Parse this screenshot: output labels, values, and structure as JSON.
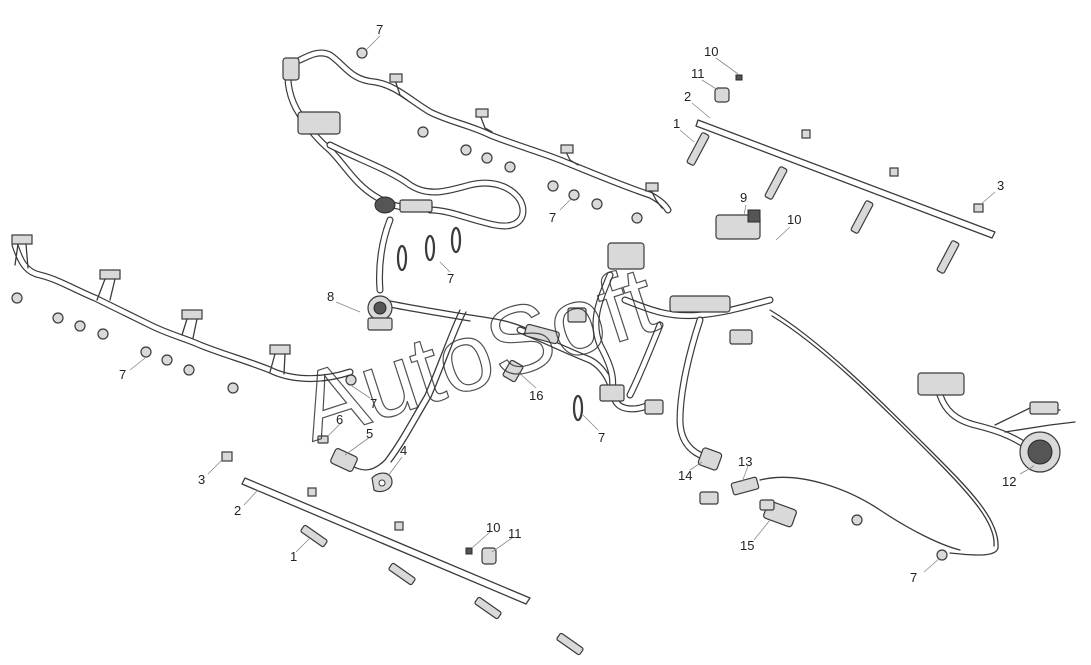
{
  "watermark": "AutoSoft",
  "callouts": [
    {
      "id": "c7a",
      "label": "7"
    },
    {
      "id": "c10a",
      "label": "10"
    },
    {
      "id": "c11a",
      "label": "11"
    },
    {
      "id": "c2a",
      "label": "2"
    },
    {
      "id": "c1a",
      "label": "1"
    },
    {
      "id": "c3a",
      "label": "3"
    },
    {
      "id": "c9",
      "label": "9"
    },
    {
      "id": "c10b",
      "label": "10"
    },
    {
      "id": "c7b",
      "label": "7"
    },
    {
      "id": "c7c",
      "label": "7"
    },
    {
      "id": "c8",
      "label": "8"
    },
    {
      "id": "c7d",
      "label": "7"
    },
    {
      "id": "c7e",
      "label": "7"
    },
    {
      "id": "c16",
      "label": "16"
    },
    {
      "id": "c6",
      "label": "6"
    },
    {
      "id": "c5",
      "label": "5"
    },
    {
      "id": "c4",
      "label": "4"
    },
    {
      "id": "c7f",
      "label": "7"
    },
    {
      "id": "c3b",
      "label": "3"
    },
    {
      "id": "c2b",
      "label": "2"
    },
    {
      "id": "c1b",
      "label": "1"
    },
    {
      "id": "c10c",
      "label": "10"
    },
    {
      "id": "c11b",
      "label": "11"
    },
    {
      "id": "c14",
      "label": "14"
    },
    {
      "id": "c13",
      "label": "13"
    },
    {
      "id": "c15",
      "label": "15"
    },
    {
      "id": "c12",
      "label": "12"
    },
    {
      "id": "c7g",
      "label": "7"
    }
  ]
}
